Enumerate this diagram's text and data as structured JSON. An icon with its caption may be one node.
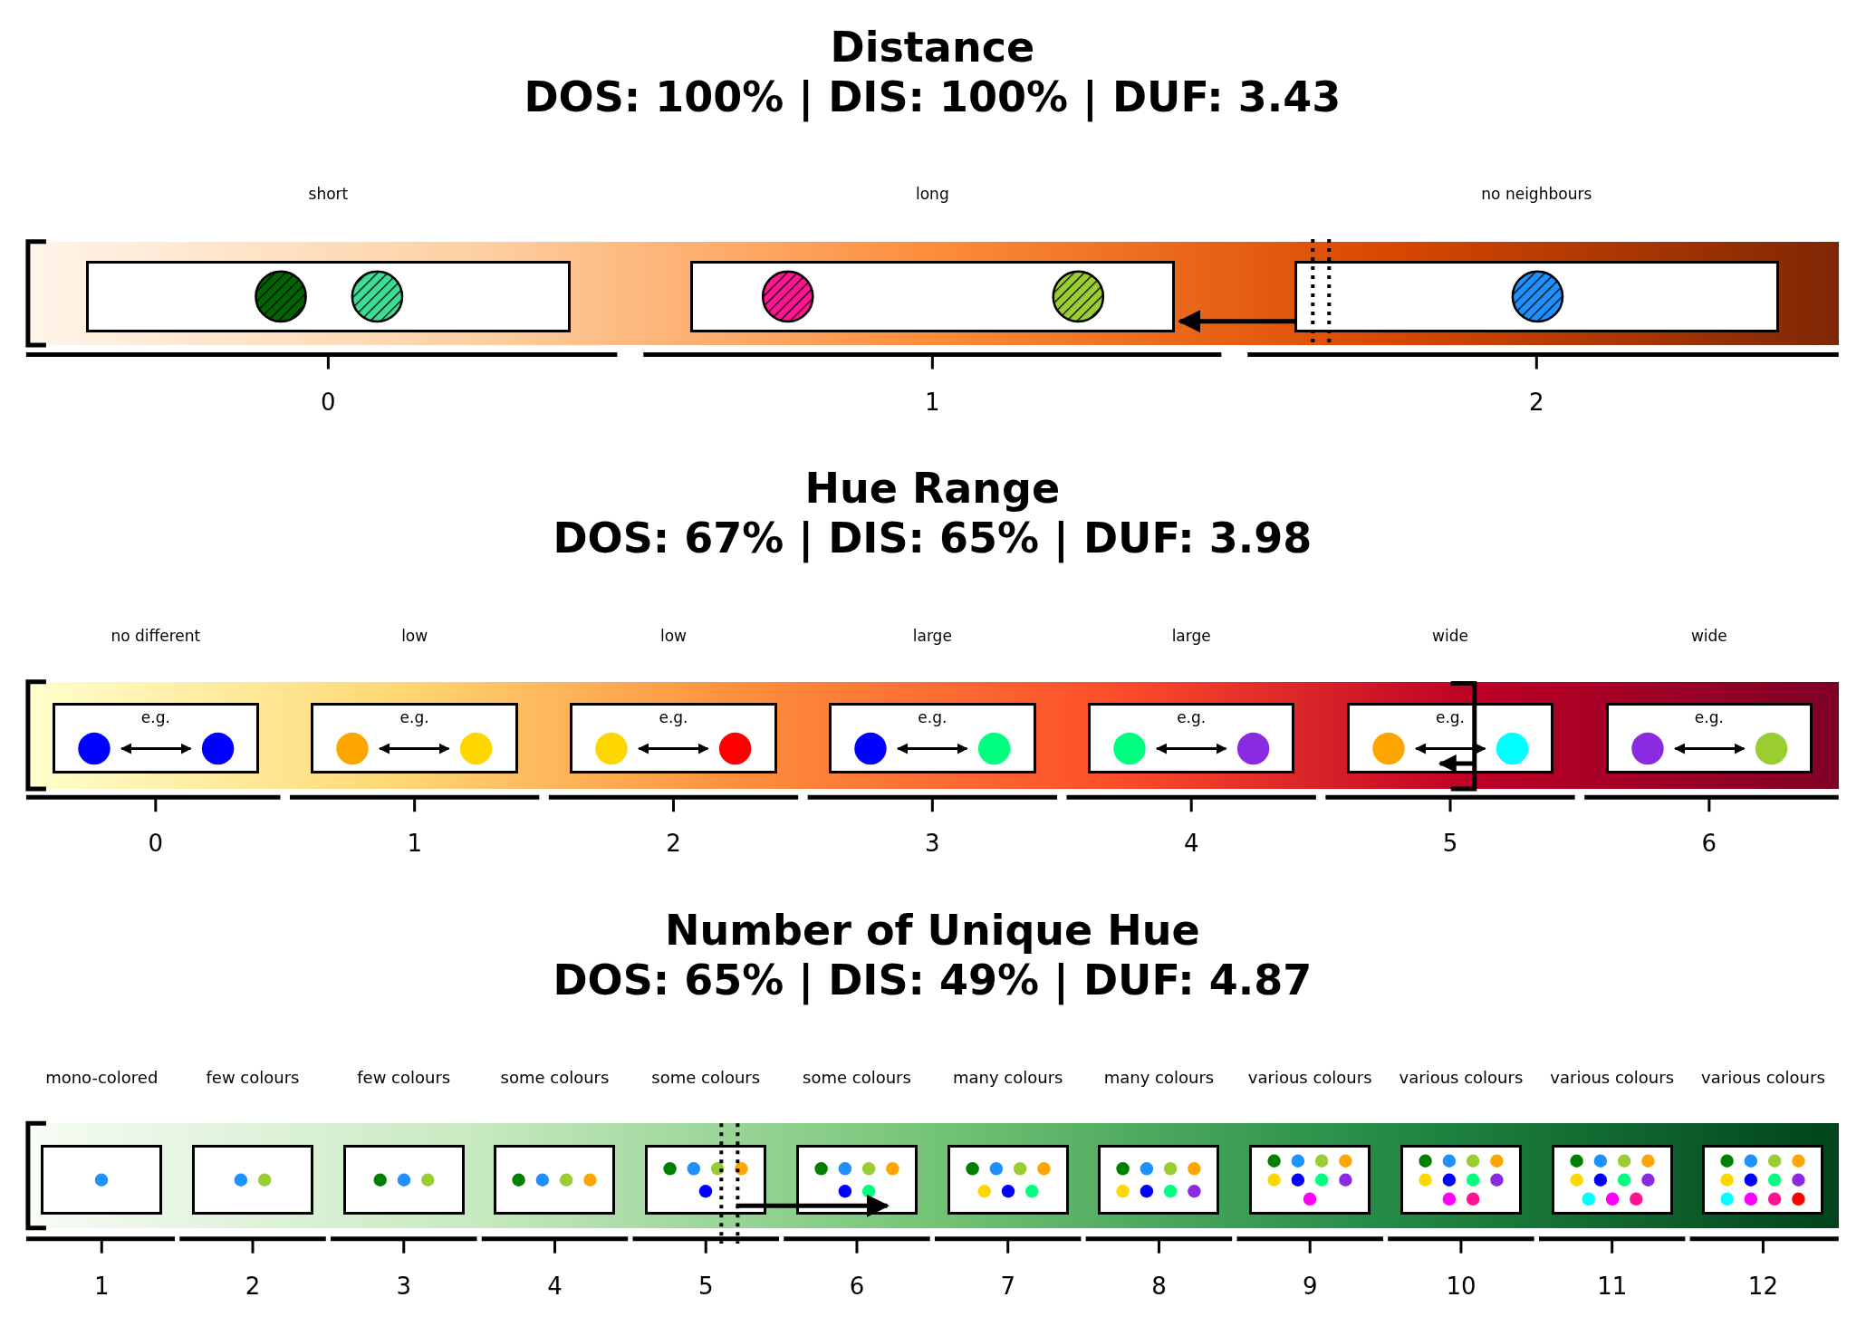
{
  "diagram": {
    "nodes": [
      {
        "text": [
          "Distance",
          "DOS: 100% | DIS: 100% | DUF: 3.43"
        ]
      },
      {
        "text": [],
        "shape": "box",
        "in": 0
      },
      {
        "text": [],
        "shape": "box",
        "in": 0
      },
      {
        "text": [],
        "shape": "box",
        "in": 0
      },
      {
        "text": [
          "Hue Range",
          "DOS: 67% | DIS: 65% | DUF: 3.98"
        ]
      },
      {
        "text": [
          "e.g."
        ],
        "in": 4
      },
      {
        "text": [
          "e.g."
        ],
        "in": 4
      },
      {
        "text": [
          "e.g."
        ],
        "in": 4
      },
      {
        "text": [
          "e.g."
        ],
        "in": 4
      },
      {
        "text": [
          "e.g."
        ],
        "in": 4
      },
      {
        "text": [
          "e.g."
        ],
        "in": 4
      },
      {
        "text": [
          "e.g."
        ],
        "in": 4
      },
      {
        "text": [
          "Number of Unique Hue",
          "DOS: 65% | DIS: 49% | DUF: 4.87"
        ]
      },
      {
        "text": [],
        "shape": "box",
        "in": 12
      },
      {
        "text": [],
        "shape": "box",
        "in": 12
      },
      {
        "text": [],
        "shape": "box",
        "in": 12
      },
      {
        "text": [],
        "shape": "box",
        "in": 12
      },
      {
        "text": [],
        "shape": "box",
        "in": 12
      },
      {
        "text": [],
        "shape": "box",
        "in": 12
      },
      {
        "text": [],
        "shape": "box",
        "in": 12
      },
      {
        "text": [],
        "shape": "box",
        "in": 12
      },
      {
        "text": [],
        "shape": "box",
        "in": 12
      },
      {
        "text": [],
        "shape": "box",
        "in": 12
      },
      {
        "text": [],
        "shape": "box",
        "in": 12
      },
      {
        "text": [],
        "shape": "box",
        "in": 12
      }
    ],
    "edges": [
      {
        "from": 3,
        "to": 2,
        "arrow": "to"
      },
      {
        "from": 17,
        "to": 18,
        "arrow": "to"
      },
      {
        "from": null,
        "to": 10,
        "arrow": "to"
      }
    ],
    "labels": [
      "short",
      "long",
      "no neighbours",
      "0",
      "1",
      "2",
      "no different",
      "low",
      "low",
      "large",
      "large",
      "wide",
      "wide",
      "0",
      "1",
      "2",
      "3",
      "4",
      "5",
      "6",
      "mono-colored",
      "few colours",
      "few colours",
      "some colours",
      "some colours",
      "some colours",
      "many colours",
      "many colours",
      "various colours",
      "various colours",
      "various colours",
      "various colours",
      "1",
      "2",
      "3",
      "4",
      "5",
      "6",
      "7",
      "8",
      "9",
      "10",
      "11",
      "12"
    ]
  }
}
